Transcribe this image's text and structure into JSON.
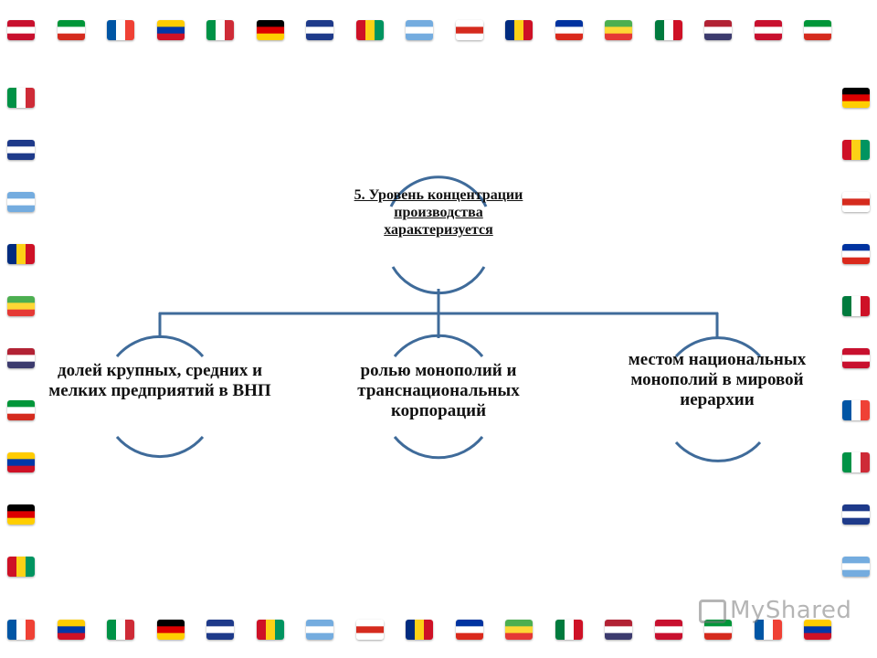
{
  "diagram": {
    "root": "5. Уровень концентрации производства характеризуется",
    "children": [
      "долей крупных, средних и мелких предприятий в ВНП",
      "ролью монополий и транснациональных корпораций",
      "местом национальных монополий в мировой иерархии"
    ],
    "colors": {
      "line": "#3f6b9a",
      "text": "#111111"
    }
  },
  "watermark": "MyShared",
  "border_flags": [
    "flag-icon"
  ]
}
